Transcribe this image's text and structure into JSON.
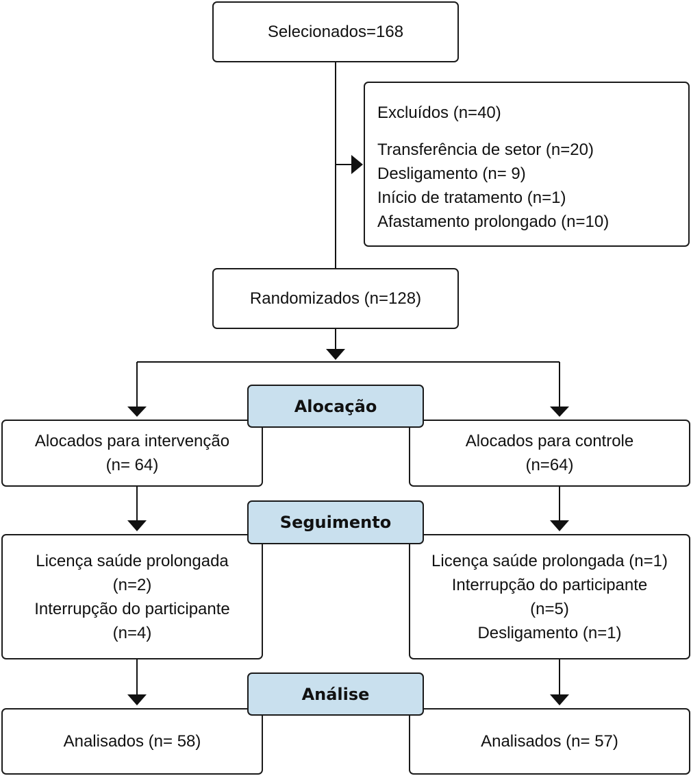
{
  "selected": {
    "label": "Selecionados=168"
  },
  "excluded": {
    "title": "Excluídos (n=40)",
    "reasons": [
      "Transferência de setor (n=20)",
      "Desligamento (n= 9)",
      "Início de tratamento (n=1)",
      "Afastamento prolongado (n=10)"
    ]
  },
  "randomized": {
    "label": "Randomizados (n=128)"
  },
  "stages": {
    "allocation": "Alocação",
    "followup": "Seguimento",
    "analysis": "Análise"
  },
  "intervention": {
    "allocated": [
      "Alocados para intervenção",
      "(n= 64)"
    ],
    "followup": [
      "Licença saúde prolongada",
      "(n=2)",
      "Interrupção do participante",
      "(n=4)"
    ],
    "analyzed": "Analisados (n= 58)"
  },
  "control": {
    "allocated": [
      "Alocados para controle",
      "(n=64)"
    ],
    "followup": [
      "Licença saúde prolongada (n=1)",
      "Interrupção do participante",
      "(n=5)",
      "Desligamento (n=1)"
    ],
    "analyzed": "Analisados (n= 57)"
  }
}
